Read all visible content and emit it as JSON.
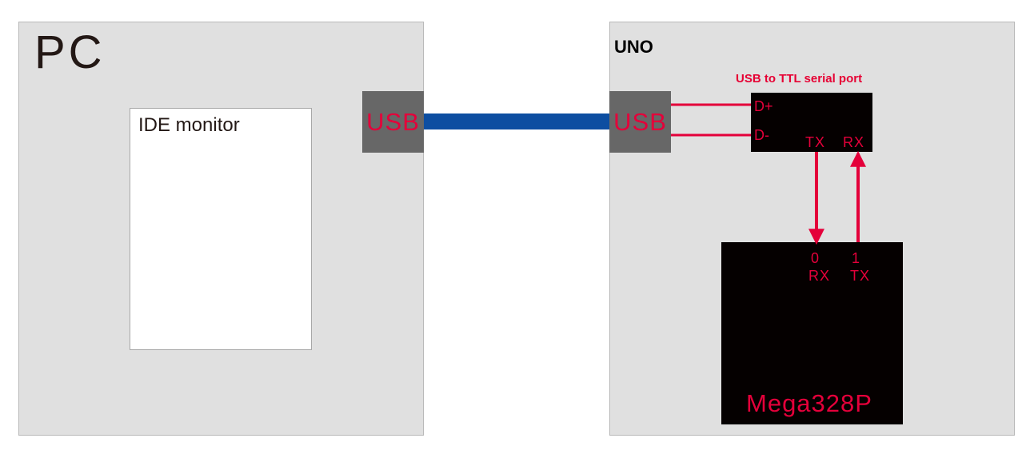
{
  "pc": {
    "title": "PC",
    "ide_label": "IDE monitor",
    "usb_label": "USB"
  },
  "uno": {
    "title": "UNO",
    "usb_label": "USB",
    "ttl": {
      "title": "USB to TTL serial port",
      "pins": {
        "dplus": "D+",
        "dminus": "D-",
        "tx": "TX",
        "rx": "RX"
      }
    },
    "mega": {
      "label": "Mega328P",
      "pin0_number": "0",
      "pin0_name": "RX",
      "pin1_number": "1",
      "pin1_name": "TX"
    }
  },
  "colors": {
    "panel": "#e0e0e0",
    "usb_box": "#676767",
    "cable": "#0d4ea1",
    "signal": "#e4003a",
    "chip": "#050000"
  }
}
